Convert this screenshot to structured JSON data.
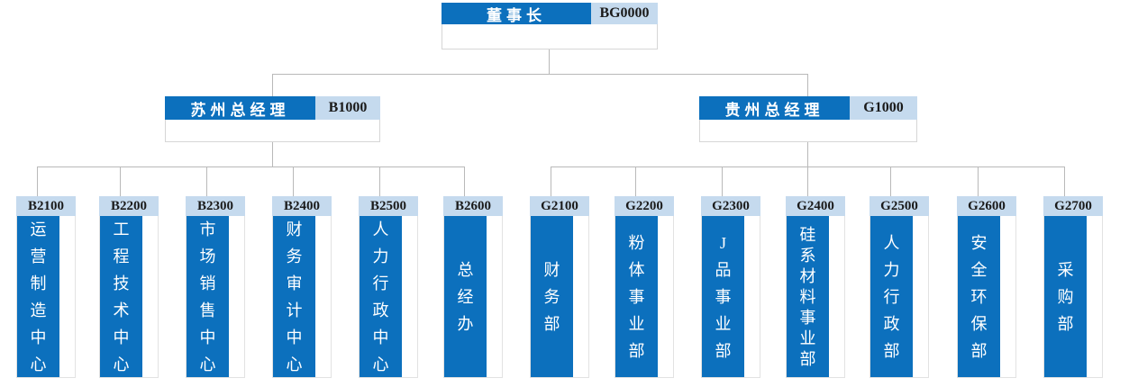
{
  "root": {
    "title": "董事长",
    "code": "BG0000"
  },
  "suzhou": {
    "title": "苏州总经理",
    "code": "B1000",
    "departments": [
      {
        "code": "B2100",
        "name": "运营制造中心"
      },
      {
        "code": "B2200",
        "name": "工程技术中心"
      },
      {
        "code": "B2300",
        "name": "市场销售中心"
      },
      {
        "code": "B2400",
        "name": "财务审计中心"
      },
      {
        "code": "B2500",
        "name": "人力行政中心"
      },
      {
        "code": "B2600",
        "name": "总经办"
      }
    ]
  },
  "guizhou": {
    "title": "贵州总经理",
    "code": "G1000",
    "departments": [
      {
        "code": "G2100",
        "name": "财务部"
      },
      {
        "code": "G2200",
        "name": "粉体事业部"
      },
      {
        "code": "G2300",
        "name": "J品事业部"
      },
      {
        "code": "G2400",
        "name": "硅系材料事业部"
      },
      {
        "code": "G2500",
        "name": "人力行政部"
      },
      {
        "code": "G2600",
        "name": "安全环保部"
      },
      {
        "code": "G2700",
        "name": "采购部"
      }
    ]
  },
  "colors": {
    "primary_blue": "#0c70bd",
    "light_blue": "#c5daee",
    "line_gray": "#b9b9b9",
    "code_text": "#1a1a1a"
  }
}
